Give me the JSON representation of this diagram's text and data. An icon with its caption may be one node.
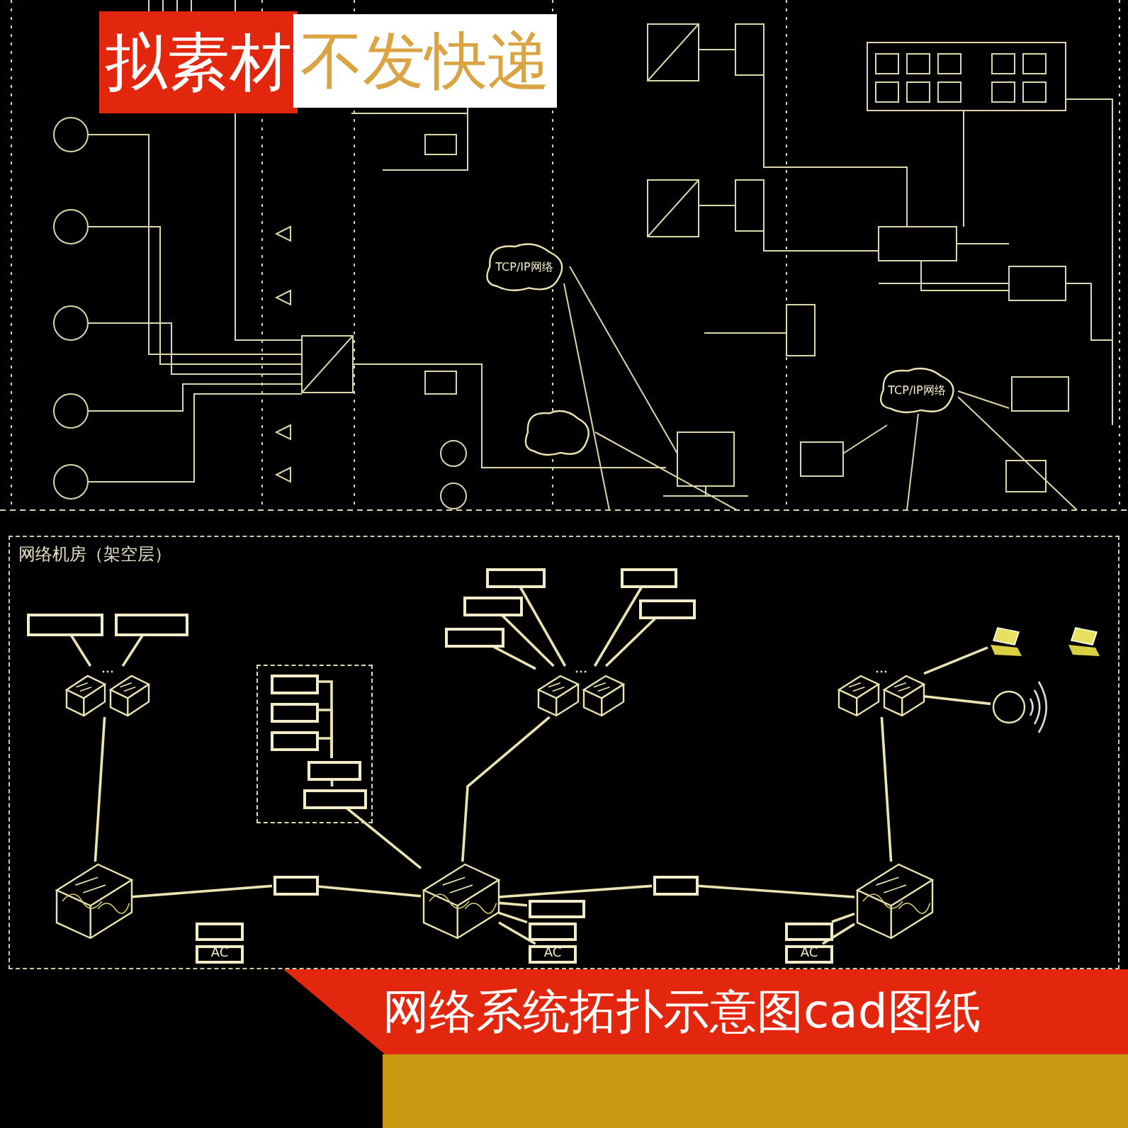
{
  "diagram": {
    "title": "网络系统拓扑示意图cad图纸",
    "nodes": [
      {
        "text": [
          "网络机房（架空层）"
        ]
      },
      {
        "text": [],
        "shape": "box",
        "in": 0
      },
      {
        "text": [],
        "shape": "box",
        "in": 0
      },
      {
        "text": [],
        "shape": "picture",
        "in": 0
      },
      {
        "text": [],
        "shape": "box",
        "in": 0
      },
      {
        "text": [],
        "shape": "box",
        "in": 4
      },
      {
        "text": [],
        "shape": "box",
        "in": 4
      },
      {
        "text": [],
        "shape": "box",
        "in": 4
      },
      {
        "text": [],
        "shape": "box",
        "in": 4
      },
      {
        "text": [],
        "shape": "box",
        "in": 4
      },
      {
        "text": [],
        "shape": "picture",
        "in": 0
      },
      {
        "text": [],
        "shape": "picture",
        "in": 0
      },
      {
        "text": [],
        "shape": "picture",
        "in": 0
      },
      {
        "text": [],
        "shape": "box",
        "in": 0
      },
      {
        "text": [],
        "shape": "box",
        "in": 0
      },
      {
        "text": [],
        "shape": "box",
        "in": 0
      },
      {
        "text": [],
        "shape": "box",
        "in": 0
      },
      {
        "text": [],
        "shape": "box",
        "in": 0
      },
      {
        "text": [],
        "shape": "box",
        "in": 0
      },
      {
        "text": [],
        "shape": "box",
        "in": 0
      },
      {
        "text": [],
        "shape": "picture",
        "in": 0
      },
      {
        "text": [],
        "shape": "picture",
        "in": 0
      },
      {
        "text": [],
        "shape": "picture",
        "in": 0
      },
      {
        "text": [],
        "shape": "picture",
        "in": 0
      },
      {
        "text": [],
        "shape": "circle",
        "in": 0
      },
      {
        "text": [],
        "shape": "box",
        "in": 0
      },
      {
        "text": [
          "AC"
        ],
        "in": 0
      },
      {
        "text": [],
        "shape": "box",
        "in": 0
      },
      {
        "text": [],
        "shape": "box",
        "in": 0
      },
      {
        "text": [
          "AC"
        ],
        "in": 0
      },
      {
        "text": [],
        "shape": "box",
        "in": 0
      },
      {
        "text": [
          "AC"
        ],
        "in": 0
      },
      {
        "text": [
          "TCP/IP网络"
        ]
      },
      {
        "text": [
          "TCP/IP网络"
        ]
      },
      {
        "text": [],
        "shape": "cloud"
      }
    ],
    "edges": [
      {
        "from": 1,
        "to": 3,
        "arrow": "none"
      },
      {
        "from": 2,
        "to": 3,
        "arrow": "none"
      },
      {
        "from": 3,
        "to": 10,
        "arrow": "none"
      },
      {
        "from": 10,
        "to": 13,
        "arrow": "none"
      },
      {
        "from": 13,
        "to": 11,
        "arrow": "none"
      },
      {
        "from": 11,
        "to": 14,
        "arrow": "none"
      },
      {
        "from": 14,
        "to": 12,
        "arrow": "none"
      },
      {
        "from": 5,
        "to": 8,
        "arrow": "none"
      },
      {
        "from": 6,
        "to": 8,
        "arrow": "none"
      },
      {
        "from": 7,
        "to": 8,
        "arrow": "none"
      },
      {
        "from": 8,
        "to": 9,
        "arrow": "none"
      },
      {
        "from": 9,
        "to": 11,
        "arrow": "none"
      },
      {
        "from": 20,
        "to": 11,
        "arrow": "none"
      },
      {
        "from": 15,
        "to": 20,
        "arrow": "none"
      },
      {
        "from": 16,
        "to": 20,
        "arrow": "none"
      },
      {
        "from": 17,
        "to": 20,
        "arrow": "none"
      },
      {
        "from": 18,
        "to": 20,
        "arrow": "none"
      },
      {
        "from": 19,
        "to": 20,
        "arrow": "none"
      },
      {
        "from": 21,
        "to": 12,
        "arrow": "none"
      },
      {
        "from": 21,
        "to": 22,
        "arrow": "none"
      },
      {
        "from": 21,
        "to": 24,
        "arrow": "none"
      },
      {
        "from": 27,
        "to": 11,
        "arrow": "none"
      },
      {
        "from": 28,
        "to": 11,
        "arrow": "none"
      },
      {
        "from": 29,
        "to": 11,
        "arrow": "none"
      },
      {
        "from": 30,
        "to": 12,
        "arrow": "none"
      },
      {
        "from": 31,
        "to": 12,
        "arrow": "none"
      }
    ],
    "labels": [
      "拟素材",
      "不发快递"
    ]
  }
}
